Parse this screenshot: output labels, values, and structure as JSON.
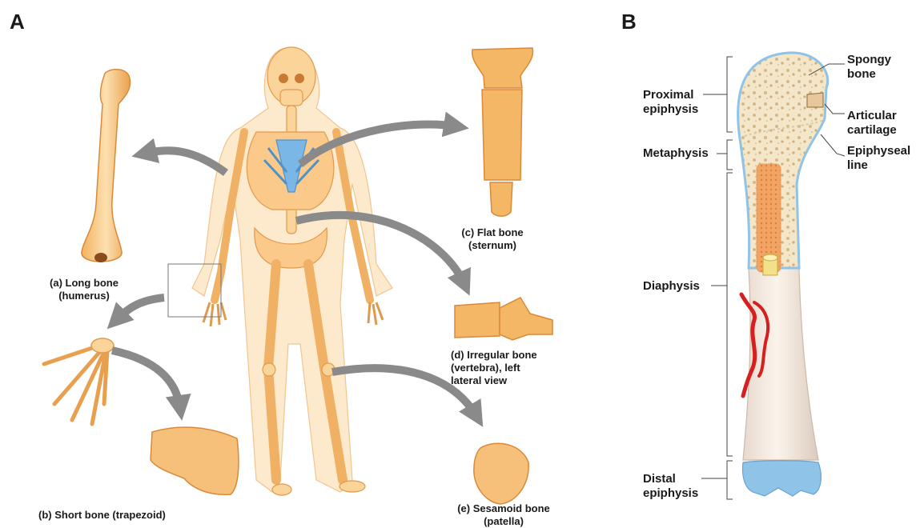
{
  "panel_a": {
    "letter": "A",
    "labels": {
      "long_bone": "(a) Long bone\n(humerus)",
      "short_bone": "(b) Short bone (trapezoid)",
      "flat_bone": "(c) Flat bone\n(sternum)",
      "irregular_bone": "(d) Irregular bone\n(vertebra), left\nlateral view",
      "sesamoid_bone": "(e) Sesamoid bone\n(patella)"
    }
  },
  "panel_b": {
    "letter": "B",
    "labels": {
      "proximal_epiphysis": "Proximal\nepiphysis",
      "metaphysis": "Metaphysis",
      "diaphysis": "Diaphysis",
      "distal_epiphysis": "Distal\nepiphysis",
      "spongy_bone": "Spongy\nbone",
      "articular_cartilage": "Articular\ncartilage",
      "epiphyseal_line": "Epiphyseal\nline"
    }
  },
  "colors": {
    "bone": "#f6c07a",
    "bone_light": "#fde4bf",
    "bone_outline": "#d9893a",
    "arrow": "#8a8a8a",
    "cartilage_blue": "#8fc3e8",
    "costal_cartilage": "#7bb7e6",
    "artery": "#d62020"
  }
}
